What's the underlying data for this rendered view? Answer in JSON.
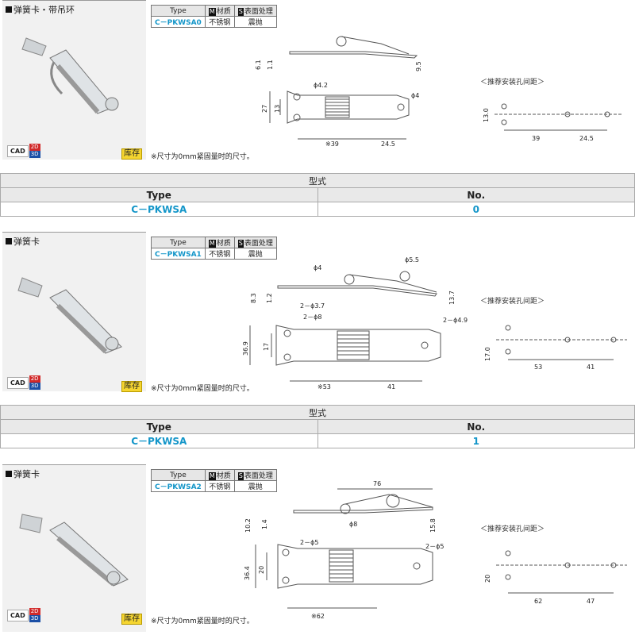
{
  "sections": [
    {
      "title": "弹簧卡・带吊环",
      "cad": {
        "label": "CAD",
        "two_d": "2D",
        "three_d": "3D"
      },
      "stock": "库存",
      "spec_headers": {
        "type": "Type",
        "material_mark": "M",
        "material": "材质",
        "surface_mark": "S",
        "surface": "表面处理"
      },
      "spec_row": {
        "type": "C－PKWSA0",
        "material": "不锈钢",
        "surface": "震抛"
      },
      "note": "※尺寸为0mm紧固量时的尺寸。",
      "recommend_label": "＜推荐安装孔间距＞",
      "dims": {
        "d1": "6.1",
        "d2": "1.1",
        "d3": "9.5",
        "hole1": "ϕ4.2",
        "hole2": "ϕ4",
        "h1": "27",
        "h2": "13",
        "w1": "※39",
        "w2": "24.5",
        "r_h": "13.0",
        "r_w1": "39",
        "r_w2": "24.5"
      }
    },
    {
      "title": "弹簧卡",
      "cad": {
        "label": "CAD",
        "two_d": "2D",
        "three_d": "3D"
      },
      "stock": "库存",
      "spec_headers": {
        "type": "Type",
        "material_mark": "M",
        "material": "材质",
        "surface_mark": "S",
        "surface": "表面处理"
      },
      "spec_row": {
        "type": "C－PKWSA1",
        "material": "不锈钢",
        "surface": "震抛"
      },
      "note": "※尺寸为0mm紧固量时的尺寸。",
      "recommend_label": "＜推荐安装孔间距＞",
      "dims": {
        "hole1": "ϕ4",
        "hole2": "ϕ5.5",
        "d1": "8.3",
        "d2": "1.2",
        "d3": "13.7",
        "hole3": "2－ϕ3.7",
        "hole4": "2－ϕ8",
        "hole5": "2－ϕ4.9",
        "h1": "36.9",
        "h2": "17",
        "w1": "※53",
        "w2": "41",
        "r_h": "17.0",
        "r_w1": "53",
        "r_w2": "41"
      }
    },
    {
      "title": "弹簧卡",
      "cad": {
        "label": "CAD",
        "two_d": "2D",
        "three_d": "3D"
      },
      "stock": "库存",
      "spec_headers": {
        "type": "Type",
        "material_mark": "M",
        "material": "材质",
        "surface_mark": "S",
        "surface": "表面处理"
      },
      "spec_row": {
        "type": "C－PKWSA2",
        "material": "不锈钢",
        "surface": "震抛"
      },
      "note": "※尺寸为0mm紧固量时的尺寸。",
      "recommend_label": "＜推荐安装孔间距＞",
      "dims": {
        "top": "76",
        "hole1": "ϕ8",
        "d1": "10.2",
        "d2": "1.4",
        "d3": "15.8",
        "hole3": "2－ϕ5",
        "hole5": "2－ϕ5",
        "h1": "36.4",
        "h2": "20",
        "w1": "※62",
        "r_h": "20",
        "r_w1": "62",
        "r_w2": "47"
      }
    }
  ],
  "type_tables": [
    {
      "header": "型式",
      "col_type": "Type",
      "col_no": "No.",
      "type": "C－PKWSA",
      "no": "0"
    },
    {
      "header": "型式",
      "col_type": "Type",
      "col_no": "No.",
      "type": "C－PKWSA",
      "no": "1"
    }
  ]
}
